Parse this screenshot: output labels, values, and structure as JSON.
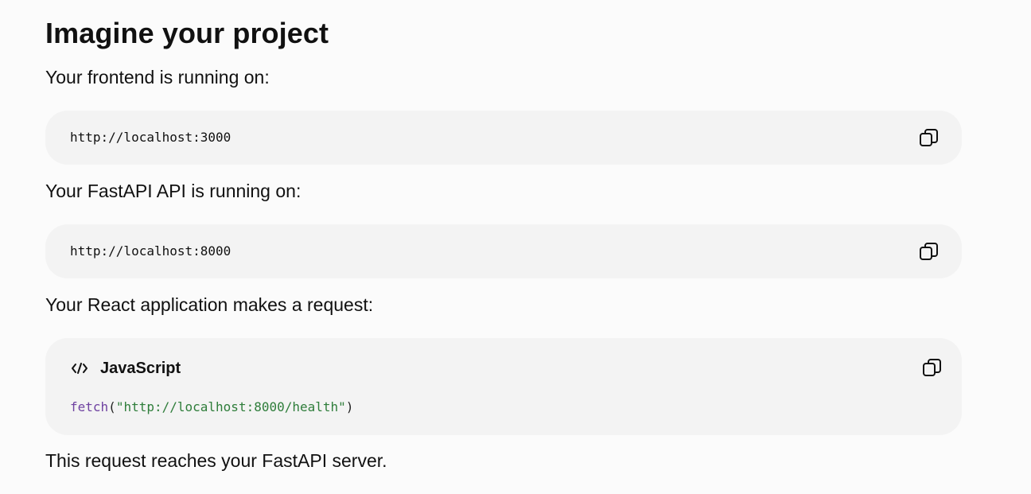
{
  "title": "Imagine your project",
  "paragraphs": {
    "frontend": "Your frontend is running on:",
    "api": "Your FastAPI API is running on:",
    "react": "Your React application makes a request:",
    "reach": "This request reaches your FastAPI server."
  },
  "code_blocks": [
    {
      "code": "http://localhost:3000",
      "copy_icon": "copy-icon"
    },
    {
      "code": "http://localhost:8000",
      "copy_icon": "copy-icon"
    },
    {
      "language": "JavaScript",
      "language_icon": "code-icon",
      "copy_icon": "copy-icon",
      "tokens": {
        "fn": "fetch",
        "open": "(",
        "str": "\"http://localhost:8000/health\"",
        "close": ")"
      }
    }
  ],
  "colors": {
    "background": "#fbfbfb",
    "code_block_bg": "#f3f3f3",
    "function_token": "#6f42a1",
    "string_token": "#2e7d3a"
  }
}
